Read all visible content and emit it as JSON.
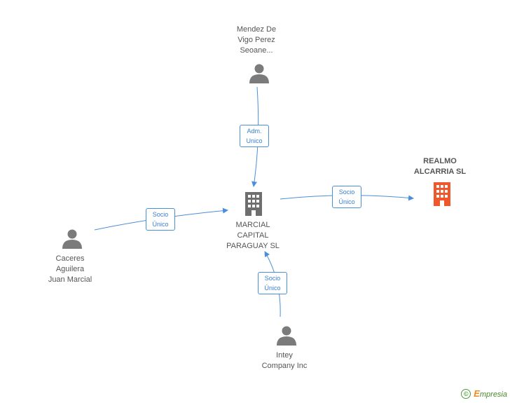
{
  "nodes": {
    "mendez": {
      "label_lines": [
        "Mendez De",
        "Vigo Perez",
        "Seoane..."
      ],
      "kind": "person-icon"
    },
    "marcial": {
      "label_lines": [
        "MARCIAL",
        "CAPITAL",
        "PARAGUAY SL"
      ],
      "kind": "building-icon"
    },
    "realmo": {
      "label_lines": [
        "REALMO",
        "ALCARRIA SL"
      ],
      "kind": "building-icon"
    },
    "caceres": {
      "label_lines": [
        "Caceres",
        "Aguilera",
        "Juan Marcial"
      ],
      "kind": "person-icon"
    },
    "intey": {
      "label_lines": [
        "Intey",
        "Company Inc"
      ],
      "kind": "person-icon"
    }
  },
  "edges": {
    "mendez_marcial": {
      "lines": [
        "Adm.",
        "Unico"
      ]
    },
    "marcial_realmo": {
      "lines": [
        "Socio",
        "Único"
      ]
    },
    "caceres_marcial": {
      "lines": [
        "Socio",
        "Único"
      ]
    },
    "intey_marcial": {
      "lines": [
        "Socio",
        "Único"
      ]
    }
  },
  "colors": {
    "edge": "#4a8fd9",
    "person_icon": "#7b7b7b",
    "company_icon": "#6e6e6e",
    "highlight_company_icon": "#f0572a"
  },
  "watermark": {
    "copyright": "©",
    "brand_first": "E",
    "brand_rest": "mpresia"
  }
}
